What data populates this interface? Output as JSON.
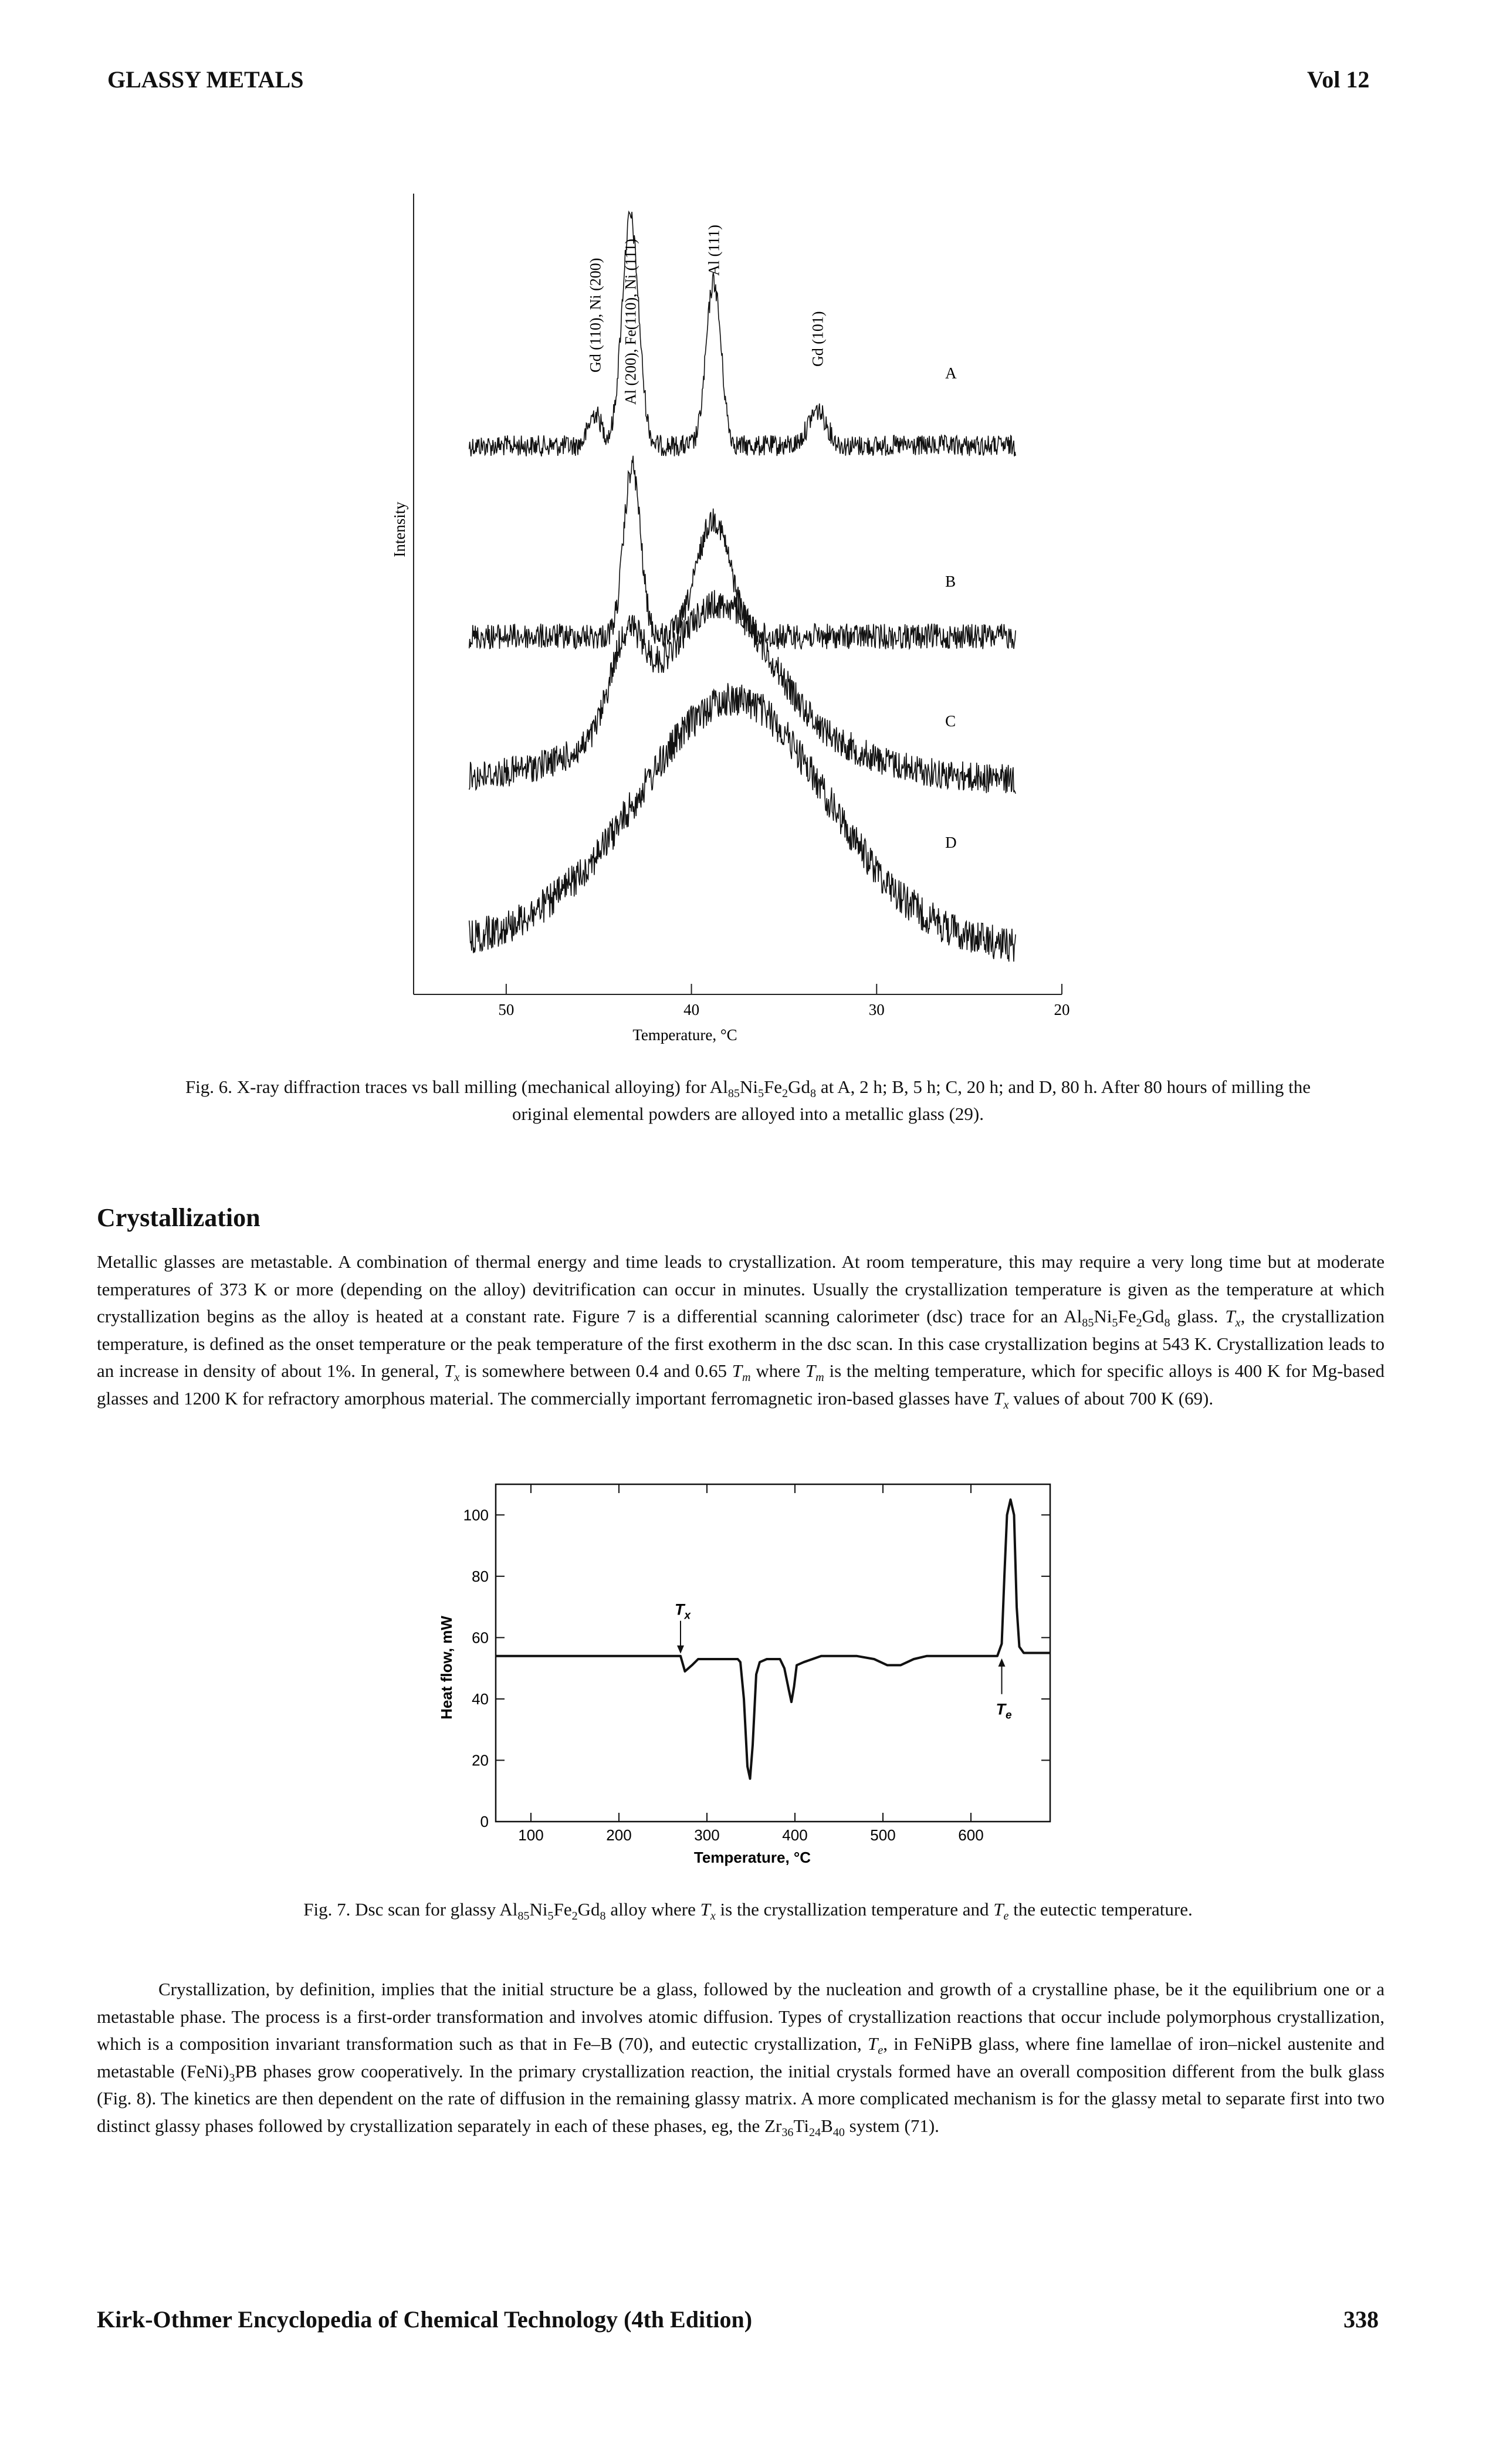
{
  "header": {
    "title": "GLASSY METALS",
    "volume": "Vol 12"
  },
  "figure6": {
    "chart_data": {
      "type": "line",
      "xlabel": "Temperature, °C",
      "ylabel": "Intensity",
      "xlim": [
        55,
        20
      ],
      "x_ticks": [
        "50",
        "40",
        "30",
        "20"
      ],
      "peak_labels": [
        "Gd (110), Ni (200)",
        "Al (200), Fe(110), Ni (111)",
        "Al (111)",
        "Gd (101)"
      ],
      "series": [
        {
          "name": "A",
          "peaks_at": [
            45.2,
            43.3,
            38.8,
            33.2
          ],
          "baseline": "flat"
        },
        {
          "name": "B",
          "peaks_at": [
            43.2,
            38.8
          ],
          "baseline": "flat"
        },
        {
          "name": "C",
          "peaks_at": [
            43.5,
            38.5
          ],
          "baseline": "broad hump"
        },
        {
          "name": "D",
          "peaks_at": [
            37.5
          ],
          "baseline": "broad amorphous hump"
        }
      ]
    },
    "caption": {
      "prefix": "Fig. 6. X-ray diffraction traces vs ball milling (mechanical alloying) for Al",
      "s1": "85",
      "t1": "Ni",
      "s2": "5",
      "t2": "Fe",
      "s3": "2",
      "t3": "Gd",
      "s4": "8",
      "suffix": " at A, 2 h; B, 5 h; C, 20 h; and D, 80 h. After 80 hours of milling the",
      "line2": "original elemental powders are alloyed into a metallic glass (29)."
    }
  },
  "section": {
    "title": "Crystallization",
    "p1": {
      "a": "Metallic glasses are metastable. A combination of thermal energy and time leads to crystallization. At room temperature, this may require a very long time but at moderate temperatures of 373 K or more (depending on the alloy) devitrification can occur in minutes. Usually the crystallization temperature is given as the temperature at which crystallization begins as the alloy is heated at a constant rate. Figure 7 is a differential scanning calorimeter (dsc) trace for an Al",
      "s1": "85",
      "t1": "Ni",
      "s2": "5",
      "t2": "Fe",
      "s3": "2",
      "t3": "Gd",
      "s4": "8",
      "b": " glass. ",
      "tx": "T",
      "tx_sub": "x",
      "c": ", the crystallization temperature, is defined as the onset temperature or the peak temperature of the first exotherm in the dsc scan. In this case crystallization begins at 543 K. Crystallization leads to an increase in density of about 1%. In general, ",
      "tx2": "T",
      "tx2_sub": "x",
      "d": " is somewhere between 0.4 and 0.65 ",
      "tm": "T",
      "tm_sub": "m",
      "e": " where ",
      "tm2": "T",
      "tm2_sub": "m",
      "f": " is the melting temperature, which for specific alloys is 400 K for Mg-based glasses and 1200 K for refractory amorphous material. The commercially important ferromagnetic iron-based glasses have ",
      "tx3": "T",
      "tx3_sub": "x",
      "g": " values of about 700 K (69)."
    },
    "p2": {
      "a": "Crystallization, by definition, implies that the initial structure be a glass, followed by the nucleation and growth of a crystalline phase, be it the equilibrium one or a metastable phase. The process is a first-order transformation and involves atomic diffusion. Types of crystallization reactions that occur include polymorphous crystallization, which is a composition invariant transformation such as that in Fe–B (70), and eutectic crystallization, ",
      "te": "T",
      "te_sub": "e",
      "b": ", in FeNiPB glass, where fine lamellae of iron–nickel austenite and metastable (FeNi)",
      "s_3": "3",
      "c": "PB phases grow cooperatively. In the primary crystallization reaction, the initial crystals formed have an overall composition different from the bulk glass (Fig. 8). The kinetics are then dependent on the rate of diffusion in the remaining glassy matrix. A more complicated mechanism is for the glassy metal to separate first into two distinct glassy phases followed by crystallization separately in each of these phases, eg, the Zr",
      "z1": "36",
      "z_t1": "Ti",
      "z2": "24",
      "z_t2": "B",
      "z3": "40",
      "d": " system (71)."
    }
  },
  "figure7": {
    "chart_data": {
      "type": "line",
      "xlabel": "Temperature, °C",
      "ylabel": "Heat flow, mW",
      "xlim": [
        60,
        690
      ],
      "ylim": [
        0,
        110
      ],
      "x_ticks": [
        100,
        200,
        300,
        400,
        500,
        600
      ],
      "y_ticks": [
        0,
        20,
        40,
        60,
        80,
        100
      ],
      "annotations": [
        {
          "text": "T",
          "sub": "x",
          "x": 270,
          "y": 54
        },
        {
          "text": "T",
          "sub": "e",
          "x": 635,
          "y": 54
        }
      ],
      "series": [
        {
          "points": [
            [
              60,
              54
            ],
            [
              270,
              54
            ],
            [
              275,
              49
            ],
            [
              283,
              51
            ],
            [
              290,
              53
            ],
            [
              335,
              53
            ],
            [
              338,
              52
            ],
            [
              342,
              40
            ],
            [
              346,
              18
            ],
            [
              349,
              14
            ],
            [
              352,
              25
            ],
            [
              356,
              48
            ],
            [
              360,
              52
            ],
            [
              368,
              53
            ],
            [
              383,
              53
            ],
            [
              388,
              50
            ],
            [
              393,
              43
            ],
            [
              396,
              39
            ],
            [
              399,
              44
            ],
            [
              402,
              51
            ],
            [
              410,
              52
            ],
            [
              430,
              54
            ],
            [
              470,
              54
            ],
            [
              490,
              53
            ],
            [
              505,
              51
            ],
            [
              520,
              51
            ],
            [
              535,
              53
            ],
            [
              550,
              54
            ],
            [
              630,
              54
            ],
            [
              635,
              58
            ],
            [
              638,
              80
            ],
            [
              641,
              100
            ],
            [
              645,
              105
            ],
            [
              649,
              100
            ],
            [
              652,
              70
            ],
            [
              655,
              57
            ],
            [
              660,
              55
            ],
            [
              690,
              55
            ]
          ]
        }
      ]
    },
    "caption": {
      "prefix": "Fig. 7. Dsc scan for glassy Al",
      "s1": "85",
      "t1": "Ni",
      "s2": "5",
      "t2": "Fe",
      "s3": "2",
      "t3": "Gd",
      "s4": "8",
      "mid": " alloy where ",
      "tx": "T",
      "tx_sub": "x",
      "mid2": " is the crystallization temperature and ",
      "te": "T",
      "te_sub": "e",
      "end": " the eutectic temperature."
    }
  },
  "footer": {
    "book": "Kirk-Othmer Encyclopedia of Chemical Technology (4th Edition)",
    "page": "338"
  }
}
